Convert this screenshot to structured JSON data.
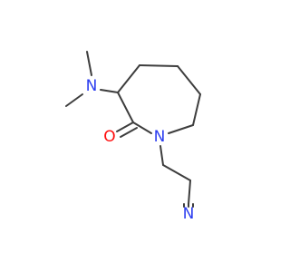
{
  "molecule": {
    "atoms": {
      "dimethylamino_n": {
        "label": "N",
        "color": "#2c3ef0"
      },
      "ring_n": {
        "label": "N",
        "color": "#2c3ef0"
      },
      "carbonyl_o": {
        "label": "O",
        "color": "#ff0d0d"
      },
      "nitrile_n": {
        "label": "N",
        "color": "#2c3ef0"
      }
    },
    "bond_color": "#3d3d3d"
  }
}
